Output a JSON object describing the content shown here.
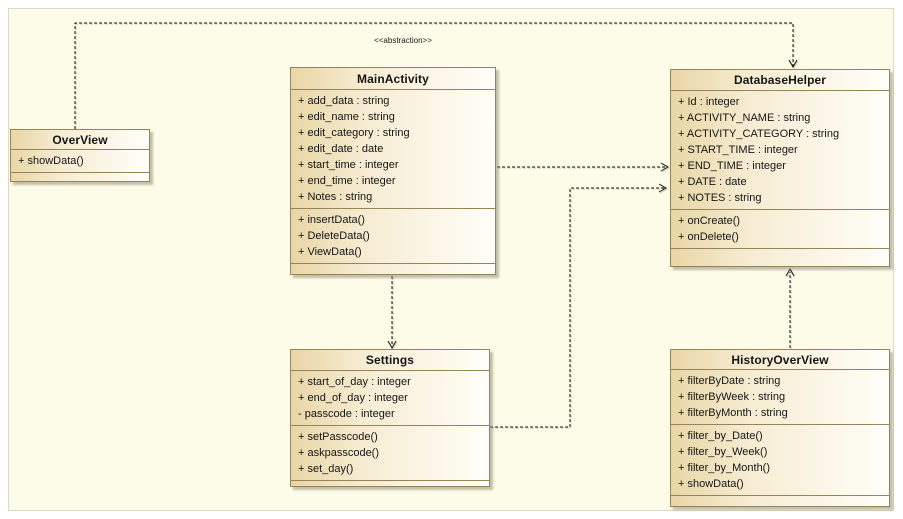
{
  "diagram": {
    "stereotype_label": "<<abstraction>>"
  },
  "classes": {
    "overview": {
      "name": "OverView",
      "attributes": [],
      "methods": [
        "+ showData()"
      ]
    },
    "mainactivity": {
      "name": "MainActivity",
      "attributes": [
        "+ add_data : string",
        "+ edit_name : string",
        "+ edit_category : string",
        "+ edit_date : date",
        "+ start_time : integer",
        "+ end_time : integer",
        "+ Notes : string"
      ],
      "methods": [
        "+ insertData()",
        "+ DeleteData()",
        "+ ViewData()"
      ]
    },
    "databasehelper": {
      "name": "DatabaseHelper",
      "attributes": [
        "+ Id : integer",
        "+ ACTIVITY_NAME : string",
        "+ ACTIVITY_CATEGORY : string",
        "+ START_TIME : integer",
        "+ END_TIME : integer",
        "+ DATE : date",
        "+ NOTES : string"
      ],
      "methods": [
        "+ onCreate()",
        "+ onDelete()"
      ]
    },
    "settings": {
      "name": "Settings",
      "attributes": [
        "+ start_of_day : integer",
        "+ end_of_day : integer",
        "- passcode : integer"
      ],
      "methods": [
        "+ setPasscode()",
        "+ askpasscode()",
        "+ set_day()"
      ]
    },
    "historyoverview": {
      "name": "HistoryOverView",
      "attributes": [
        "+ filterByDate : string",
        "+ filterByWeek : string",
        "+ filterByMonth : string"
      ],
      "methods": [
        "+ filter_by_Date()",
        "+ filter_by_Week()",
        "+ filter_by_Month()",
        "+ showData()"
      ]
    }
  }
}
